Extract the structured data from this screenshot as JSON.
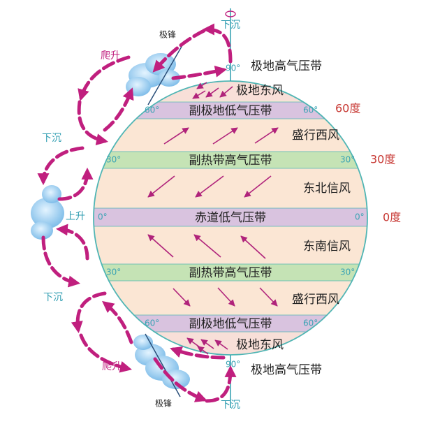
{
  "bands": [
    {
      "key": "polar_high_n",
      "label": "极地高气压带"
    },
    {
      "key": "subpolar_low_n",
      "label": "副极地低气压带"
    },
    {
      "key": "subtropical_high_n",
      "label": "副热带高气压带"
    },
    {
      "key": "equator_low",
      "label": "赤道低气压带"
    },
    {
      "key": "subtropical_high_s",
      "label": "副热带高气压带"
    },
    {
      "key": "subpolar_low_s",
      "label": "副极地低气压带"
    },
    {
      "key": "polar_high_s",
      "label": "极地高气压带"
    }
  ],
  "winds": [
    {
      "key": "polar_easterly_n",
      "label": "极地东风"
    },
    {
      "key": "westerly_n",
      "label": "盛行西风"
    },
    {
      "key": "ne_trade",
      "label": "东北信风"
    },
    {
      "key": "se_trade",
      "label": "东南信风"
    },
    {
      "key": "westerly_s",
      "label": "盛行西风"
    },
    {
      "key": "polar_easterly_s",
      "label": "极地东风"
    }
  ],
  "degree_labels": [
    "60度",
    "30度",
    "0度"
  ],
  "latitude_marks": {
    "ninety": "90°",
    "sixty": "60°",
    "thirty": "30°",
    "zero": "0°"
  },
  "vertical_labels": {
    "sink_top": "下沉",
    "sink_bottom": "下沉",
    "sink_left_upper": "下沉",
    "sink_left_lower": "下沉",
    "rise_left": "上升",
    "climb_upper": "爬升",
    "climb_lower": "爬升",
    "front_upper": "极锋",
    "front_lower": "极锋"
  },
  "colors": {
    "band_purple": "#d9c3df",
    "band_green": "#c5e3b5",
    "zone_beige": "#fbe6d4",
    "zone_pink": "#f8dfd8",
    "outline": "#4fb5b4",
    "cell_arrow": "#c01f7e",
    "degree_red": "#c83a35",
    "latitude_teal": "#3aa3b4",
    "cloud": "#a9d5f2"
  }
}
